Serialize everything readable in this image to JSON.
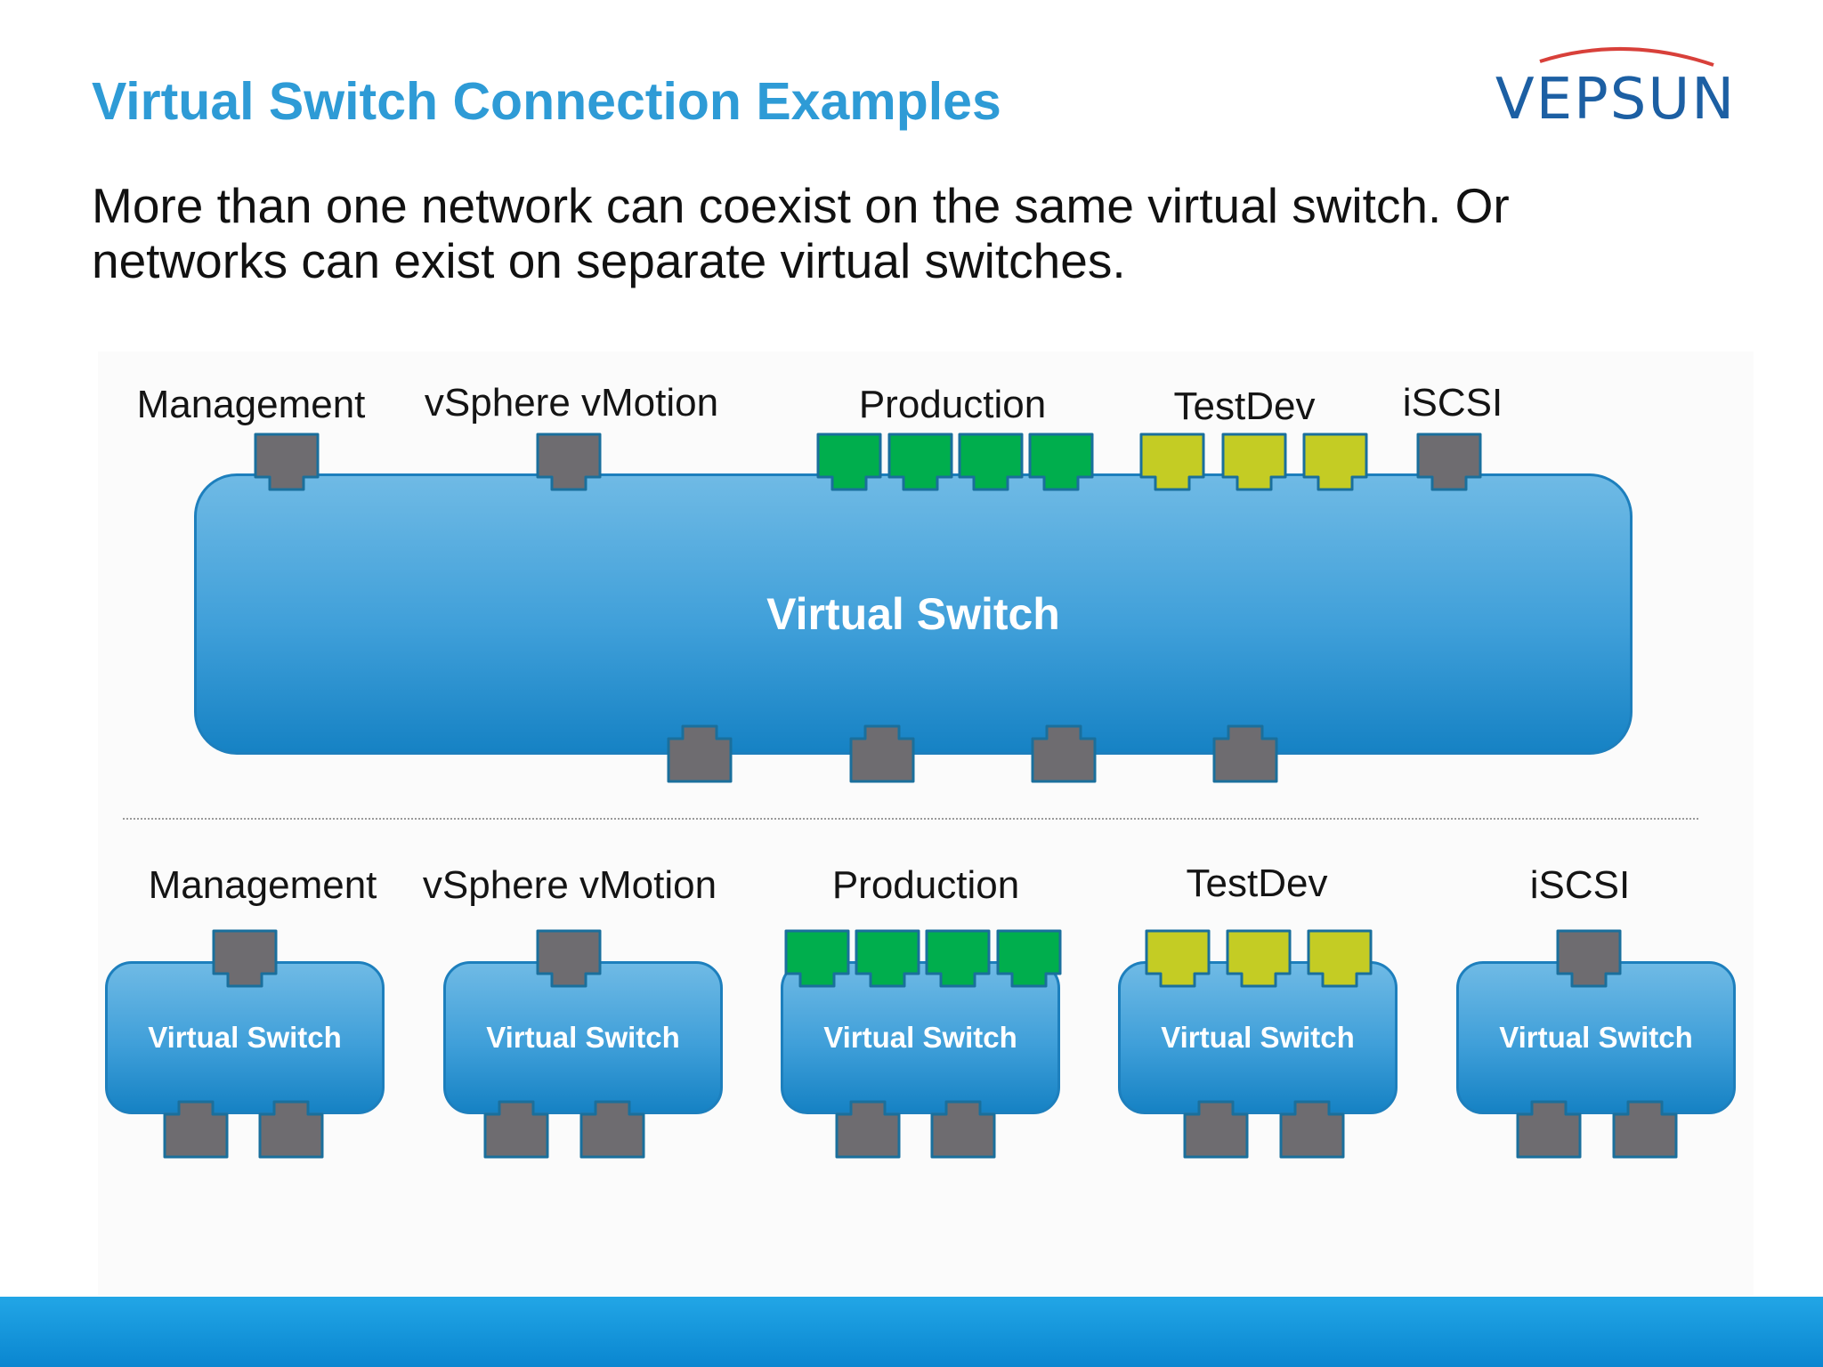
{
  "title": "Virtual Switch Connection Examples",
  "subtitle": "More than one network can coexist on the same virtual switch. Or networks can exist on separate virtual switches.",
  "logo": {
    "text": "VEPSUN"
  },
  "colors": {
    "title": "#2e9bd6",
    "switch": "#3f9fd9",
    "port_gray": "#6e6c70",
    "port_green": "#00ae4d",
    "port_yellow": "#c4cc24",
    "port_outline": "#1a6f9c",
    "footer": "#0a86d0"
  },
  "top_diagram": {
    "switch_label": "Virtual Switch",
    "networks": [
      {
        "name": "Management",
        "port_color": "gray",
        "ports": 1
      },
      {
        "name": "vSphere vMotion",
        "port_color": "gray",
        "ports": 1
      },
      {
        "name": "Production",
        "port_color": "green",
        "ports": 4
      },
      {
        "name": "TestDev",
        "port_color": "yellow",
        "ports": 3
      },
      {
        "name": "iSCSI",
        "port_color": "gray",
        "ports": 1
      }
    ],
    "uplinks": 4
  },
  "bottom_diagram": {
    "switches": [
      {
        "network": "Management",
        "switch_label": "Virtual Switch",
        "port_color": "gray",
        "ports": 1,
        "uplinks": 2
      },
      {
        "network": "vSphere vMotion",
        "switch_label": "Virtual Switch",
        "port_color": "gray",
        "ports": 1,
        "uplinks": 2
      },
      {
        "network": "Production",
        "switch_label": "Virtual Switch",
        "port_color": "green",
        "ports": 4,
        "uplinks": 2
      },
      {
        "network": "TestDev",
        "switch_label": "Virtual Switch",
        "port_color": "yellow",
        "ports": 3,
        "uplinks": 2
      },
      {
        "network": "iSCSI",
        "switch_label": "Virtual Switch",
        "port_color": "gray",
        "ports": 1,
        "uplinks": 2
      }
    ]
  }
}
